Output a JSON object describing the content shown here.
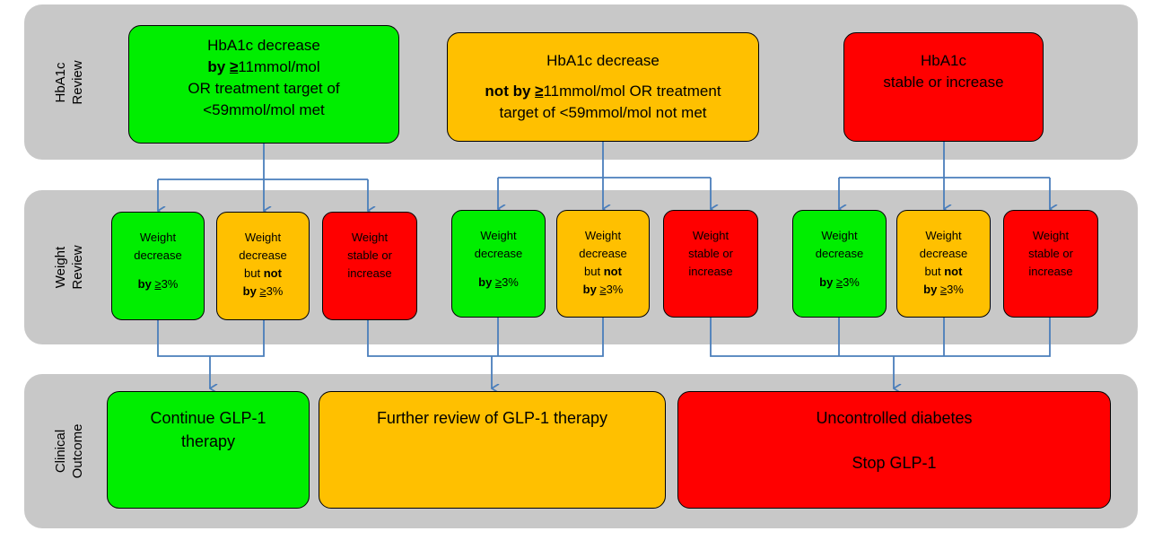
{
  "rows": {
    "hba1c": [
      "HbA1c",
      "Review"
    ],
    "weight": [
      "Weight",
      "Review"
    ],
    "outcome": [
      "Clinical",
      "Outcome"
    ]
  },
  "hba1c_boxes": {
    "green": {
      "line1": "HbA1c decrease",
      "line2_bold": "by ",
      "line2_sym": "≥",
      "line2_rest": "11mmol/mol",
      "line3": "OR treatment target of",
      "line4": "<59mmol/mol met"
    },
    "orange": {
      "line1": "HbA1c decrease",
      "line2_bold": "not by ",
      "line2_sym": "≥",
      "line2_rest": "11mmol/mol OR treatment",
      "line3": "target of <59mmol/mol not met"
    },
    "red": {
      "line1": "HbA1c",
      "line2": "stable or increase"
    }
  },
  "weight_boxes": {
    "green": {
      "line1": "Weight",
      "line2": "decrease",
      "by_bold": "by",
      "sym": "≥",
      "rest": "3%"
    },
    "orange": {
      "line1": "Weight",
      "line2": "decrease",
      "but": "but ",
      "not_bold": "not",
      "by_bold": "by",
      "sym": "≥",
      "rest": "3%"
    },
    "red": {
      "line1": "Weight",
      "line2": "stable or",
      "line3": "increase"
    }
  },
  "outcomes": {
    "continue": {
      "line1": "Continue GLP-1",
      "line2": "therapy"
    },
    "review": {
      "line1": "Further review of GLP-1 therapy"
    },
    "stop": {
      "line1": "Uncontrolled diabetes",
      "line2": "Stop GLP-1"
    }
  },
  "colors": {
    "green": "#00ee00",
    "orange": "#ffc000",
    "red": "#ff0000",
    "arrow": "#4a7ebb",
    "band": "#c8c8c8"
  }
}
